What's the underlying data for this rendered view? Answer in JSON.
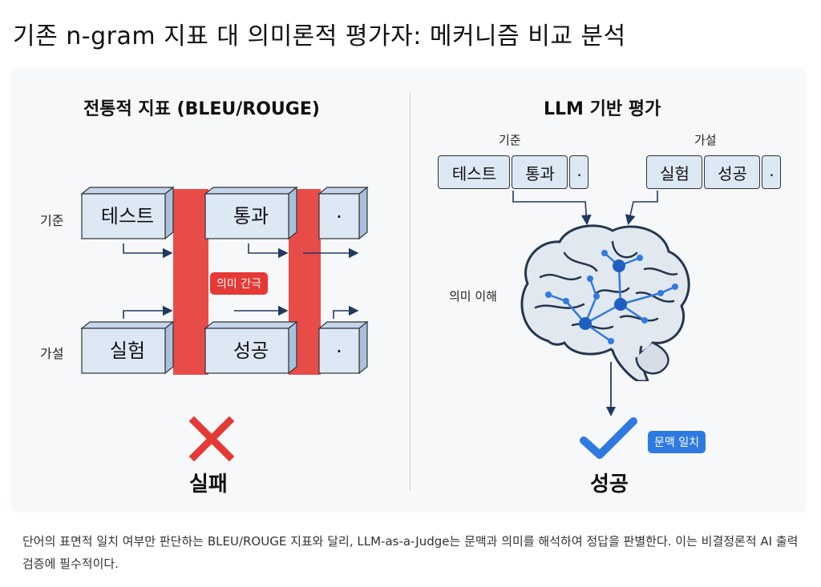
{
  "title": "기존 n-gram 지표 대 의미론적 평가자: 메커니즘 비교 분석",
  "left": {
    "heading": "전통적 지표 (BLEU/ROUGE)",
    "reference_label": "기준",
    "hypothesis_label": "가설",
    "reference_tokens": [
      "테스트",
      "통과",
      "."
    ],
    "hypothesis_tokens": [
      "실험",
      "성공",
      "."
    ],
    "gap_badge": "의미 간극",
    "result": "실패"
  },
  "right": {
    "heading": "LLM 기반 평가",
    "reference_label": "기준",
    "hypothesis_label": "가설",
    "reference_tokens": [
      "테스트",
      "통과",
      "."
    ],
    "hypothesis_tokens": [
      "실험",
      "성공",
      "."
    ],
    "brain_label": "의미 이해",
    "match_badge": "문맥 일치",
    "result": "성공"
  },
  "caption": "단어의 표면적 일치 여부만 판단하는 BLEU/ROUGE 지표와 달리, LLM-as-a-Judge는 문맥과 의미를 해석하여 정답을 판별한다. 이는 비결정론적 AI 출력 검증에 필수적이다.",
  "colors": {
    "box_fill": "#dde8f5",
    "box_side": "#b9cce6",
    "gap_red": "#e53935",
    "arrow_navy": "#1f3a5f",
    "check_blue": "#2f7ae0",
    "badge_blue": "#2f7ae0"
  },
  "icons": [
    "cross-icon",
    "check-icon",
    "brain-icon",
    "arrow-icon"
  ]
}
